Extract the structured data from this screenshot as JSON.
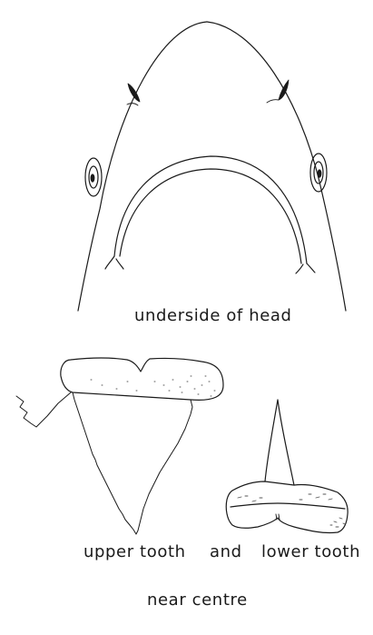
{
  "captions": {
    "underside_of_head": "underside of head",
    "upper_tooth": "upper tooth",
    "and": "and",
    "lower_tooth": "lower tooth",
    "near_centre": "near centre"
  },
  "colors": {
    "ink": "#1a1a1a",
    "background": "#ffffff",
    "stipple": "#555555"
  }
}
